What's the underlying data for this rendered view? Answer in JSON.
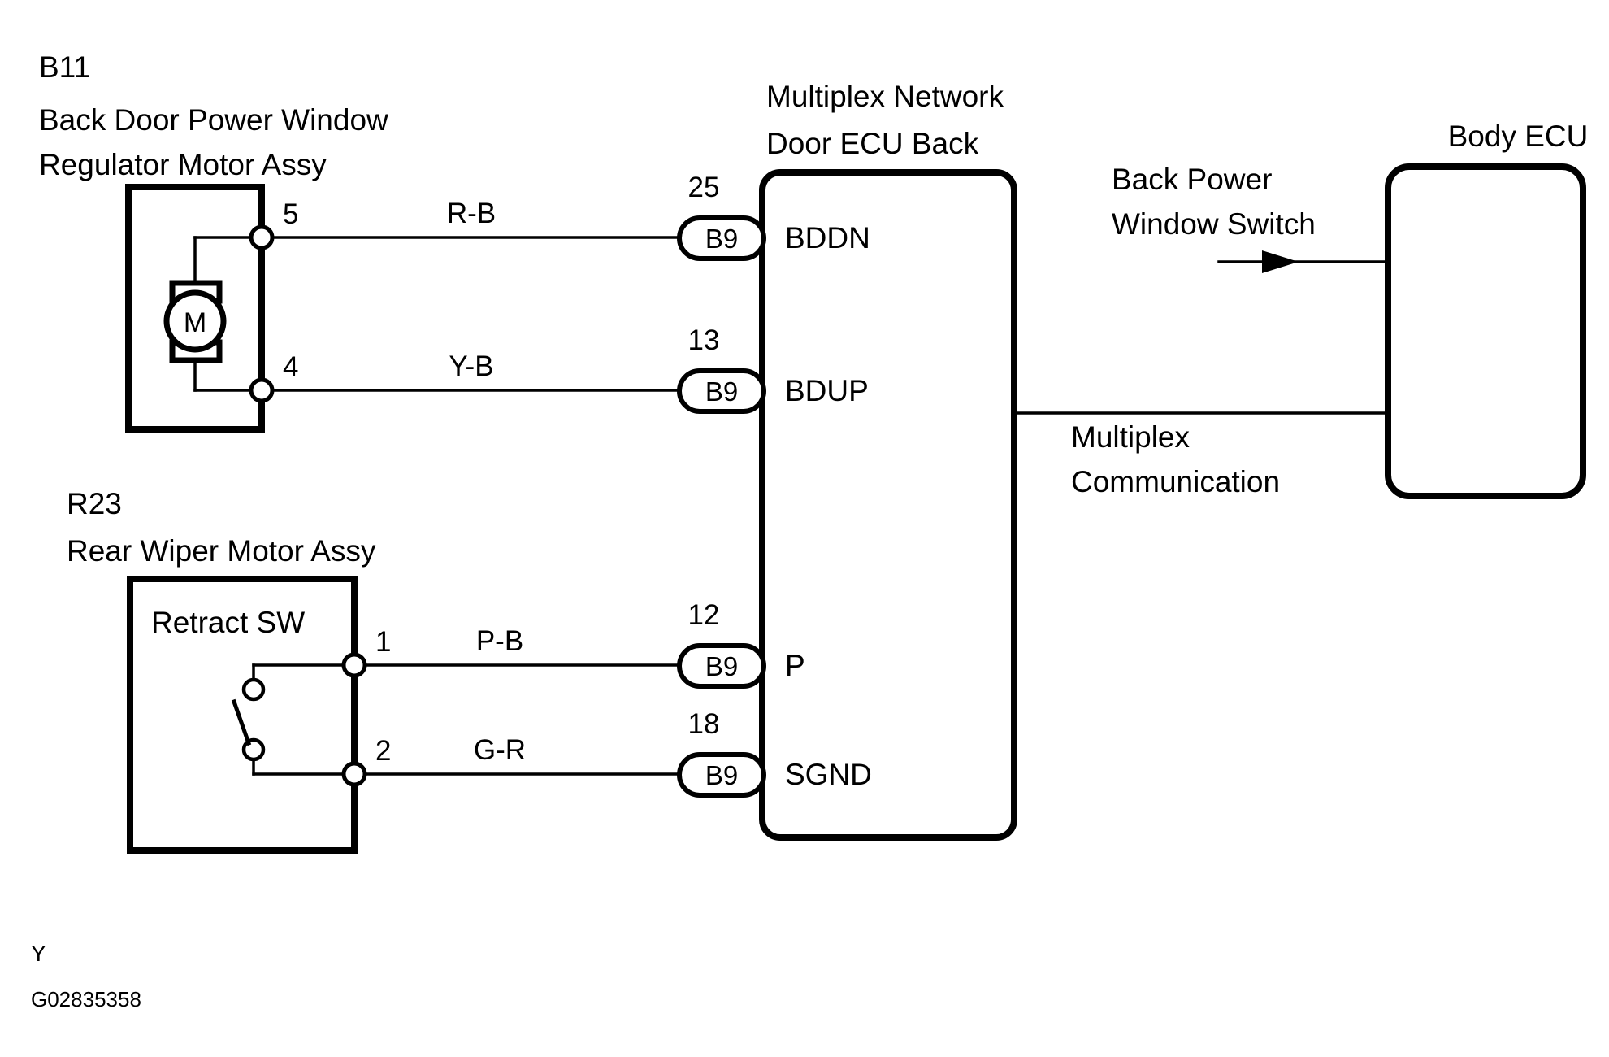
{
  "page": {
    "background": "#ffffff",
    "ink": "#000000",
    "footer_mark": "Y",
    "footer_id": "G02835358"
  },
  "components": {
    "back_door_motor": {
      "code": "B11",
      "name_line1": "Back Door Power Window",
      "name_line2": "Regulator Motor Assy",
      "motor_symbol_label": "M",
      "terminals": [
        {
          "number": "5",
          "wire_color": "R-B"
        },
        {
          "number": "4",
          "wire_color": "Y-B"
        }
      ]
    },
    "rear_wiper_motor": {
      "code": "R23",
      "name_line1": "Rear Wiper Motor Assy",
      "inner_label": "Retract SW",
      "switch_state": "open",
      "terminals": [
        {
          "number": "1",
          "wire_color": "P-B"
        },
        {
          "number": "2",
          "wire_color": "G-R"
        }
      ]
    },
    "door_ecu": {
      "title_line1": "Multiplex Network",
      "title_line2": "Door ECU Back",
      "pins": [
        {
          "pin_number": "25",
          "connector": "B9",
          "signal": "BDDN"
        },
        {
          "pin_number": "13",
          "connector": "B9",
          "signal": "BDUP"
        },
        {
          "pin_number": "12",
          "connector": "B9",
          "signal": "P"
        },
        {
          "pin_number": "18",
          "connector": "B9",
          "signal": "SGND"
        }
      ]
    },
    "body_ecu": {
      "title": "Body ECU"
    }
  },
  "annotations": {
    "back_power_window_switch_line1": "Back Power",
    "back_power_window_switch_line2": "Window Switch",
    "multiplex_line1": "Multiplex",
    "multiplex_line2": "Communication"
  }
}
